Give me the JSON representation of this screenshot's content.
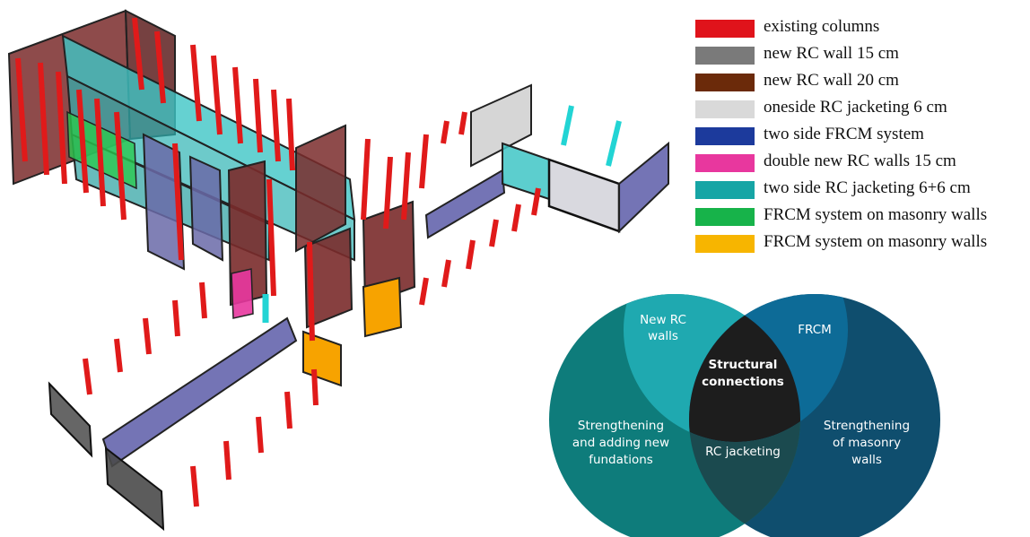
{
  "legend": [
    {
      "label": "existing columns",
      "color": "#e0131b"
    },
    {
      "label": "new RC wall 15 cm",
      "color": "#7a7a7a"
    },
    {
      "label": "new RC wall 20 cm",
      "color": "#6b2a0a"
    },
    {
      "label": "oneside RC jacketing 6 cm",
      "color": "#d9d9d9"
    },
    {
      "label": "two side FRCM system",
      "color": "#1c3a9c"
    },
    {
      "label": "double new RC walls 15 cm",
      "color": "#e8379e"
    },
    {
      "label": "two side RC jacketing 6+6 cm",
      "color": "#16a5a5"
    },
    {
      "label": "FRCM system on masonry walls",
      "color": "#17b34a"
    },
    {
      "label": "FRCM system on masonry walls",
      "color": "#f7b500"
    }
  ],
  "venn": {
    "left_circle": "Strengthening and adding new fundations",
    "right_circle": "Strengthening of masonry walls",
    "top_circle": "New RC walls",
    "top_right": "FRCM",
    "bottom_center": "RC jacketing",
    "center": "Structural connections",
    "colors": {
      "left": "#0e7c7b",
      "right": "#0f4e6e",
      "top": "#1fa9b0",
      "frcm": "#0d6b97",
      "rcjacket": "#1b4a4f",
      "center": "#1d1d1d"
    }
  }
}
